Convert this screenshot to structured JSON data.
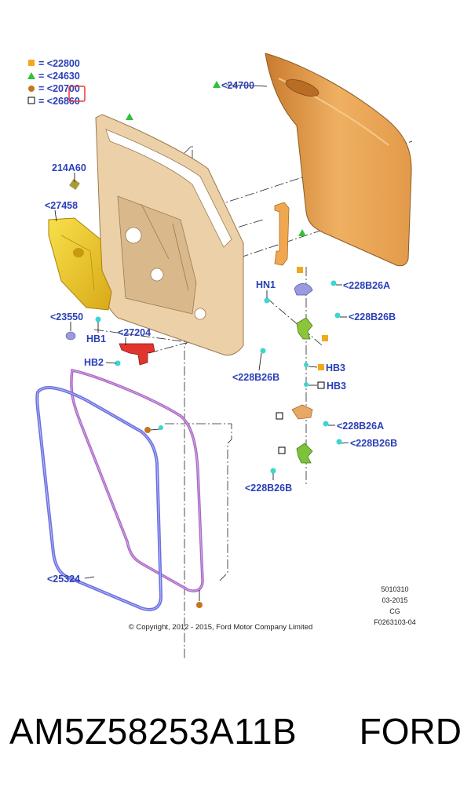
{
  "legend": [
    {
      "marker": "square-filled",
      "color": "#f2a81c",
      "label": "= <22800"
    },
    {
      "marker": "triangle",
      "color": "#2fc23a",
      "label": "= <24630"
    },
    {
      "marker": "circle",
      "color": "#c6751c",
      "label": "= <20700"
    },
    {
      "marker": "square-open",
      "color": "#000000",
      "label": "= <26860"
    }
  ],
  "callouts": {
    "c24700": "<24700",
    "c214A60": "214A60",
    "c27458": "<27458",
    "c23550": "<23550",
    "cHB1": "HB1",
    "c27204": "<27204",
    "cHB2": "HB2",
    "cHN1": "HN1",
    "c228B26A_1": "<228B26A",
    "c228B26B_1": "<228B26B",
    "c228B26B_2": "<228B26B",
    "cHB3_1": "HB3",
    "cHB3_2": "HB3",
    "c228B26A_2": "<228B26A",
    "c228B26B_3": "<228B26B",
    "c228B26B_4": "<228B26B",
    "c25324": "<25324"
  },
  "meta": {
    "line1": "5010310",
    "line2": "03-2015",
    "line3": "CG",
    "line4": "F0263103-04"
  },
  "copyright": "© Copyright, 2012 - 2015, Ford Motor Company Limited",
  "caption": {
    "part_number": "AM5Z58253A11B",
    "brand": "FORD"
  },
  "colors": {
    "callout_text": "#2a3fb8",
    "door_skin": "#e8a355",
    "frame": "#e9c9a0",
    "trim_panel": "#f5d327",
    "seal_outer": "#6a6fe0",
    "seal_inner": "#a768c4",
    "fastener": "#3ad6d0",
    "bracket_red": "#e0362e",
    "bracket_green": "#7cc23a"
  }
}
